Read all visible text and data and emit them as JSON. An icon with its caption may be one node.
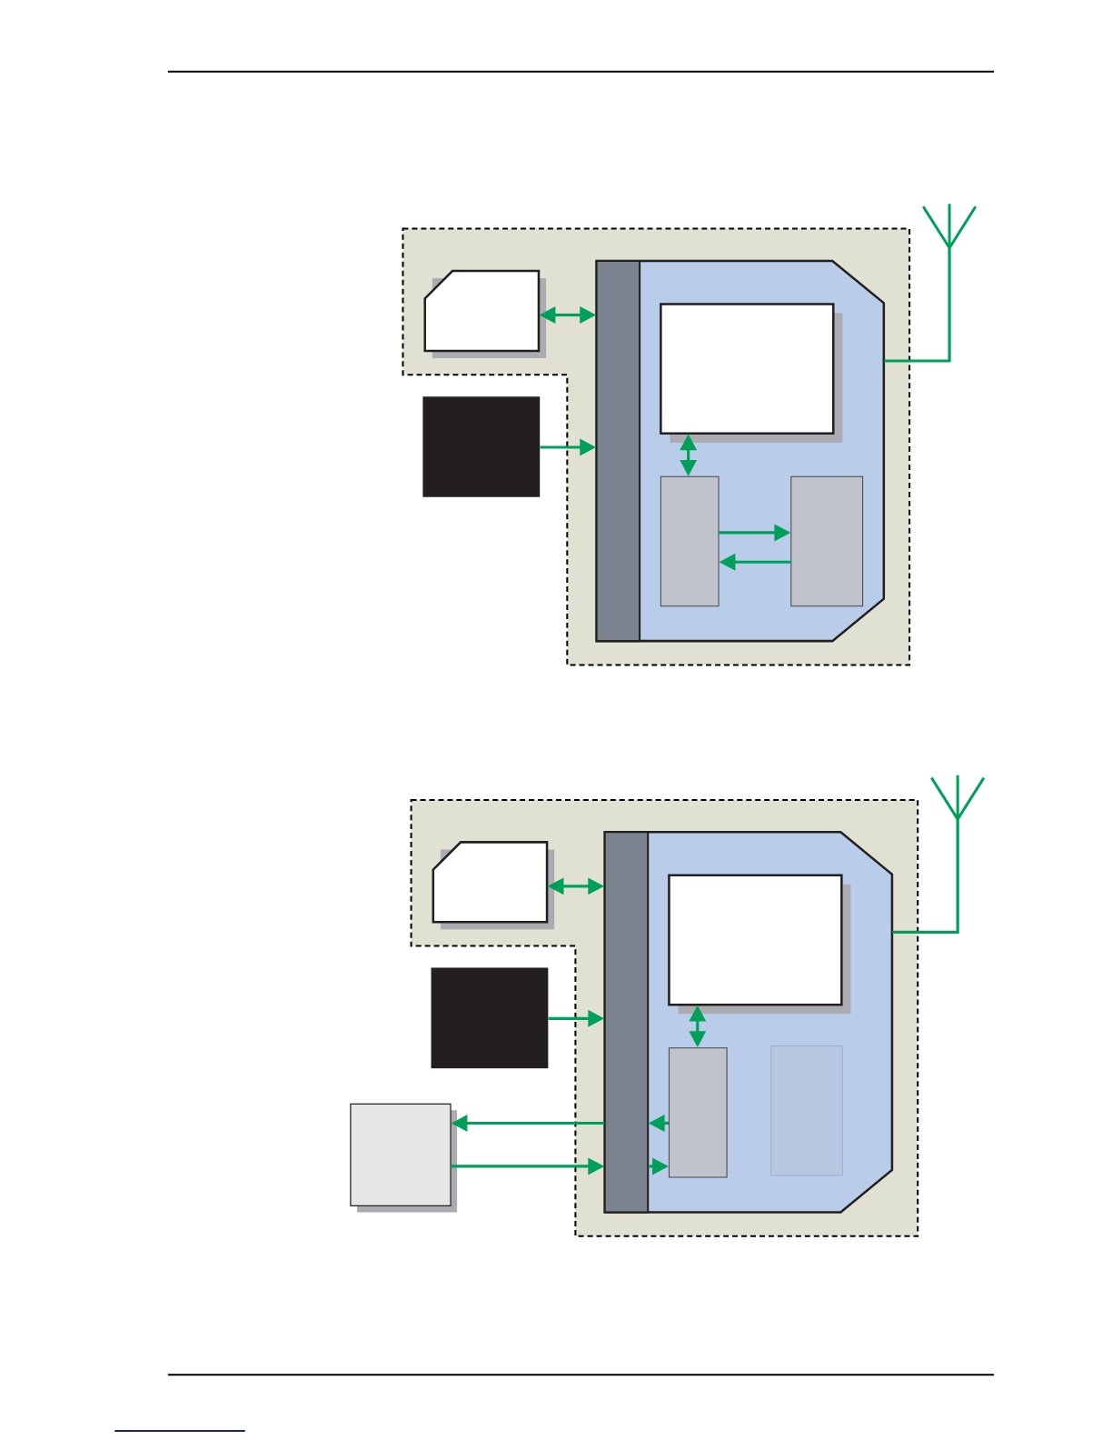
{
  "diagram": {
    "nodes": [
      {
        "text": [],
        "shape": "area"
      },
      {
        "text": [],
        "shape": "card",
        "in": 0
      },
      {
        "text": [],
        "shape": "box"
      },
      {
        "text": [],
        "shape": "device",
        "in": 0
      },
      {
        "text": [],
        "shape": "bar",
        "in": 3
      },
      {
        "text": [],
        "shape": "box",
        "in": 3
      },
      {
        "text": [],
        "shape": "box",
        "in": 3
      },
      {
        "text": [],
        "shape": "box",
        "in": 3
      },
      {
        "text": [],
        "shape": "antenna"
      },
      {
        "text": [],
        "shape": "area"
      },
      {
        "text": [],
        "shape": "card",
        "in": 9
      },
      {
        "text": [],
        "shape": "box"
      },
      {
        "text": [],
        "shape": "device",
        "in": 9
      },
      {
        "text": [],
        "shape": "bar",
        "in": 12
      },
      {
        "text": [],
        "shape": "box",
        "in": 12
      },
      {
        "text": [],
        "shape": "box",
        "in": 12
      },
      {
        "text": [],
        "shape": "box",
        "in": 12
      },
      {
        "text": [],
        "shape": "box"
      },
      {
        "text": [],
        "shape": "antenna"
      }
    ],
    "edges": [
      {
        "from": 1,
        "to": 4,
        "arrow": "both"
      },
      {
        "from": 2,
        "to": 4,
        "arrow": "to"
      },
      {
        "from": 5,
        "to": 6,
        "arrow": "both"
      },
      {
        "from": 6,
        "to": 7,
        "arrow": "to"
      },
      {
        "from": 7,
        "to": 6,
        "arrow": "to"
      },
      {
        "from": 3,
        "to": 8,
        "arrow": "none"
      },
      {
        "from": 10,
        "to": 13,
        "arrow": "both"
      },
      {
        "from": 11,
        "to": 13,
        "arrow": "to"
      },
      {
        "from": 14,
        "to": 15,
        "arrow": "both"
      },
      {
        "from": 13,
        "to": 17,
        "arrow": "to"
      },
      {
        "from": 17,
        "to": 13,
        "arrow": "to"
      },
      {
        "from": 15,
        "to": 13,
        "arrow": "to"
      },
      {
        "from": 13,
        "to": 15,
        "arrow": "to"
      },
      {
        "from": 12,
        "to": 18,
        "arrow": "none"
      }
    ]
  }
}
